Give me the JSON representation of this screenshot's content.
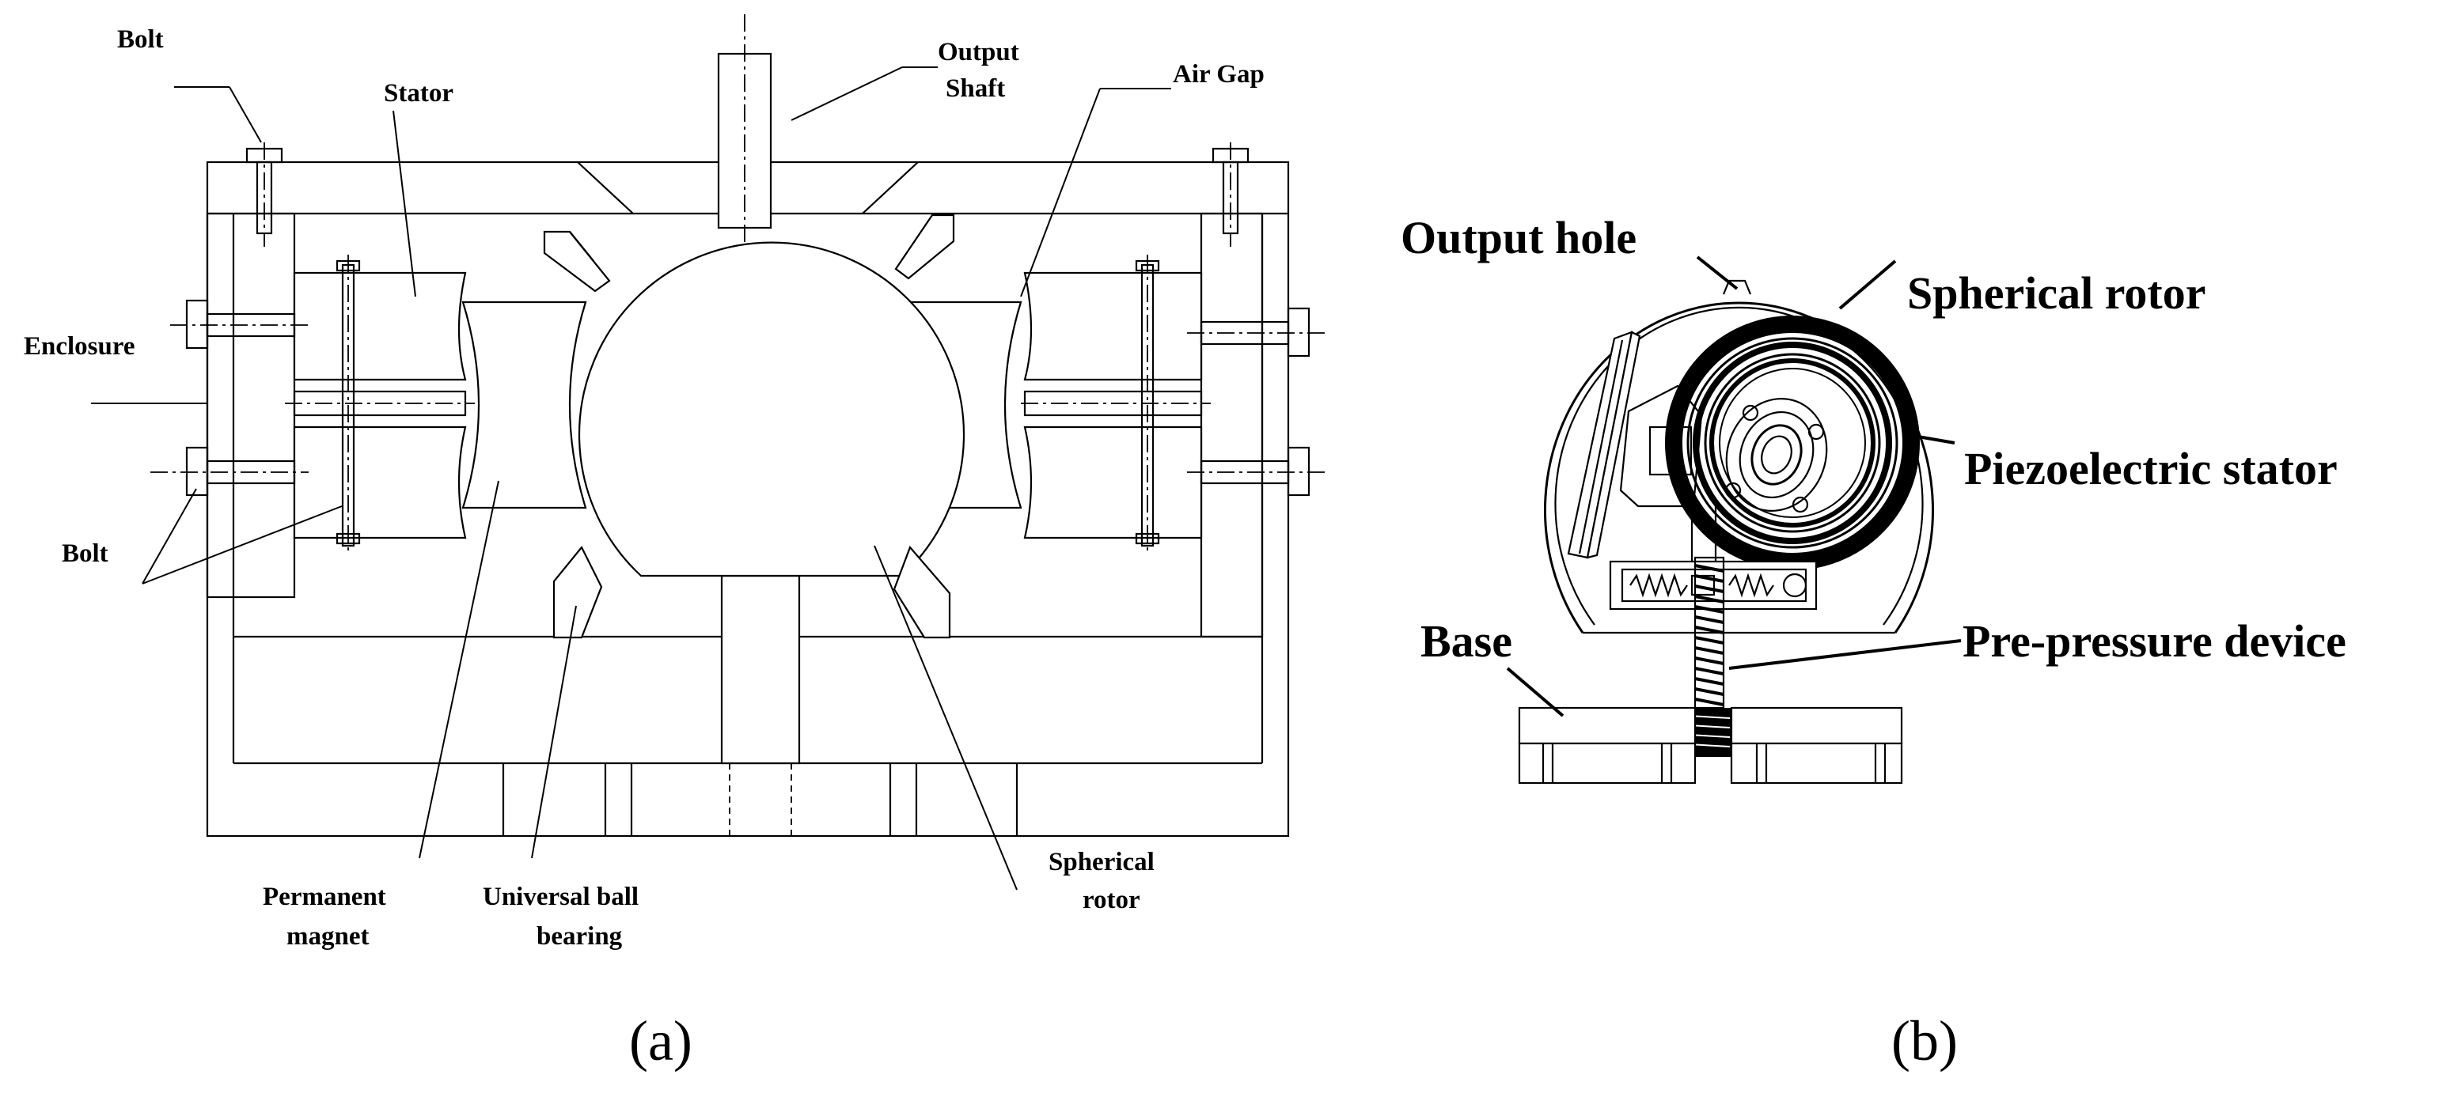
{
  "figure_a": {
    "caption": "(a)",
    "labels": {
      "bolt_top": "Bolt",
      "stator": "Stator",
      "output_shaft_line1": "Output",
      "output_shaft_line2": "Shaft",
      "air_gap": "Air Gap",
      "enclosure": "Enclosure",
      "bolt_bottom": "Bolt",
      "permanent_magnet_line1": "Permanent",
      "permanent_magnet_line2": "magnet",
      "universal_ball_bearing_line1": "Universal ball",
      "universal_ball_bearing_line2": "bearing",
      "spherical_rotor_line1": "Spherical",
      "spherical_rotor_line2": "rotor"
    }
  },
  "figure_b": {
    "caption": "(b)",
    "labels": {
      "output_hole": "Output hole",
      "spherical_rotor": "Spherical rotor",
      "piezoelectric_stator": "Piezoelectric stator",
      "base": "Base",
      "pre_pressure_device": "Pre-pressure device"
    }
  }
}
